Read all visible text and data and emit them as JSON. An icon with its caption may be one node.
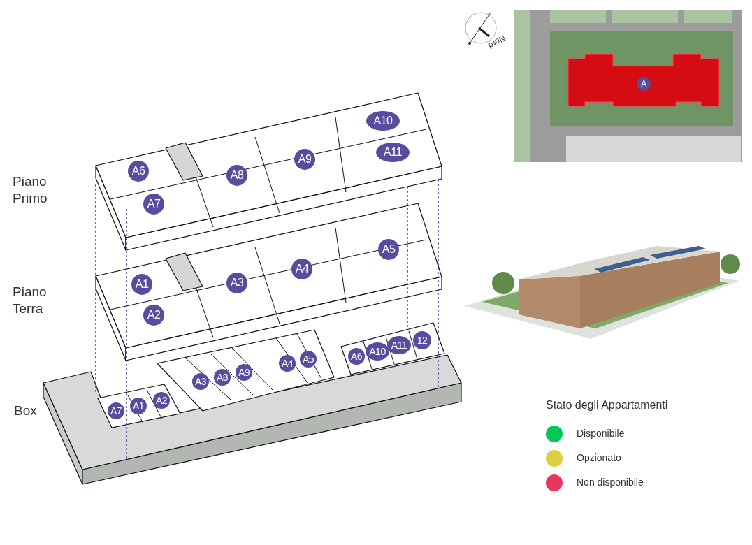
{
  "diagram": {
    "nodes": [
      {
        "text": [
          "A"
        ]
      },
      {
        "text": [
          "A10"
        ]
      },
      {
        "text": [
          "A11"
        ]
      },
      {
        "text": [
          "A9"
        ]
      },
      {
        "text": [
          "A6"
        ]
      },
      {
        "text": [
          "A8"
        ]
      },
      {
        "text": [
          "A7"
        ]
      },
      {
        "text": [
          "A5"
        ]
      },
      {
        "text": [
          "A4"
        ]
      },
      {
        "text": [
          "A3"
        ]
      },
      {
        "text": [
          "A1"
        ]
      },
      {
        "text": [
          "A2"
        ]
      },
      {
        "text": [
          "12"
        ]
      },
      {
        "text": [
          "A11"
        ]
      },
      {
        "text": [
          "A10"
        ]
      },
      {
        "text": [
          "A6"
        ]
      },
      {
        "text": [
          "A5"
        ]
      },
      {
        "text": [
          "A4"
        ]
      },
      {
        "text": [
          "A9"
        ]
      },
      {
        "text": [
          "A8"
        ]
      },
      {
        "text": [
          "A3"
        ]
      },
      {
        "text": [
          "A2"
        ]
      },
      {
        "text": [
          "A1"
        ]
      },
      {
        "text": [
          "A7"
        ]
      }
    ],
    "edges": [],
    "labels": [
      "Nord",
      "Piano Primo",
      "Piano Terra",
      "Box",
      "Stato degli Appartamenti"
    ],
    "legend": [
      {
        "text": "Disponibile",
        "color": "#00c853"
      },
      {
        "text": "Opzionato",
        "color": "#ddd040"
      },
      {
        "text": "Non disponibile",
        "color": "#e8365d"
      }
    ]
  }
}
